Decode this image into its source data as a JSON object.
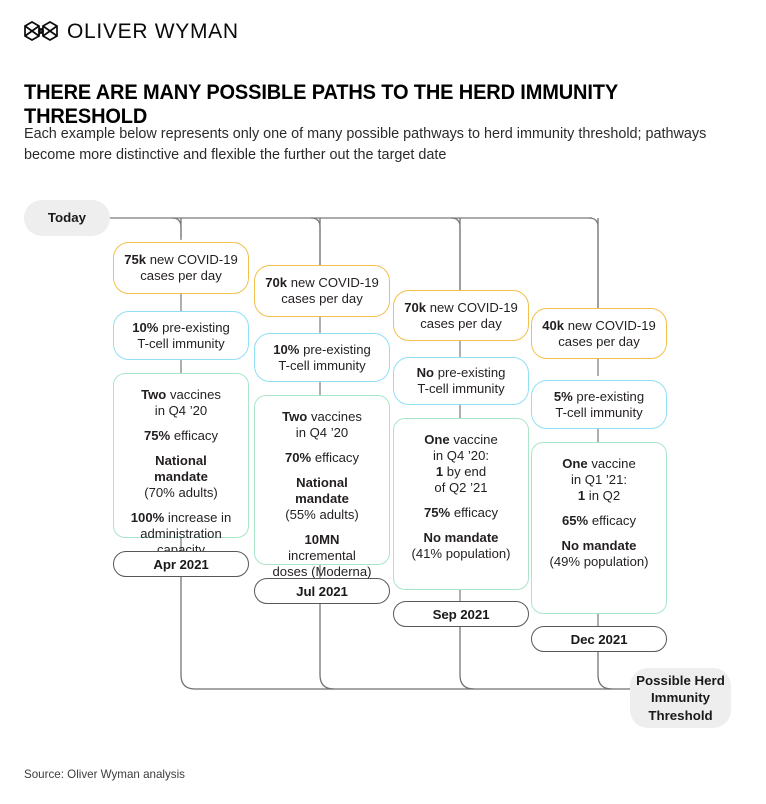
{
  "brand": {
    "name": "OLIVER WYMAN",
    "logo_icon": "oliver-wyman-logo-icon"
  },
  "headline": "THERE ARE MANY POSSIBLE PATHS TO THE HERD IMMUNITY THRESHOLD",
  "subhead": "Each example below represents only one of many possible pathways to herd immunity threshold; pathways become more distinctive and flexible the further out the target date",
  "source": "Source: Oliver Wyman analysis",
  "colors": {
    "cases_border": "#f3bf4d",
    "tcell_border": "#8fdff5",
    "vaccine_border": "#a9e5c8",
    "pill_border": "#58585a",
    "chip_bg": "#eeeeee",
    "wire": "#6f6f6f"
  },
  "today_label": "Today",
  "threshold_label": "Possible Herd\nImmunity\nThreshold",
  "threshold_lines": [
    "Possible Herd",
    "Immunity",
    "Threshold"
  ],
  "chart_data": {
    "type": "diagram",
    "title": "THERE ARE MANY POSSIBLE PATHS TO THE HERD IMMUNITY THRESHOLD",
    "start_label": "Today",
    "end_label": "Possible Herd Immunity Threshold",
    "pathways": [
      {
        "target_date": "Apr 2021",
        "cases": {
          "value": "75k",
          "rest": " new COVID-19",
          "line2": "cases per day"
        },
        "tcell": {
          "value": "10%",
          "rest": " pre-existing",
          "line2": "T-cell immunity"
        },
        "vaccine_blocks": [
          {
            "lines": [
              {
                "b": "Two",
                "t": " vaccines"
              },
              {
                "t": "in Q4 ’20"
              }
            ]
          },
          {
            "lines": [
              {
                "b": "75%",
                "t": " efficacy"
              }
            ]
          },
          {
            "lines": [
              {
                "b": "National"
              },
              {
                "b": "mandate"
              },
              {
                "t": "(70% adults)"
              }
            ]
          },
          {
            "lines": [
              {
                "b": "100%",
                "t": " increase in"
              },
              {
                "t": "administration"
              },
              {
                "t": "capacity"
              }
            ]
          }
        ]
      },
      {
        "target_date": "Jul 2021",
        "cases": {
          "value": "70k",
          "rest": " new COVID-19",
          "line2": "cases per day"
        },
        "tcell": {
          "value": "10%",
          "rest": " pre-existing",
          "line2": "T-cell immunity"
        },
        "vaccine_blocks": [
          {
            "lines": [
              {
                "b": "Two",
                "t": " vaccines"
              },
              {
                "t": "in Q4 ’20"
              }
            ]
          },
          {
            "lines": [
              {
                "b": "70%",
                "t": " efficacy"
              }
            ]
          },
          {
            "lines": [
              {
                "b": "National"
              },
              {
                "b": "mandate"
              },
              {
                "t": "(55% adults)"
              }
            ]
          },
          {
            "lines": [
              {
                "b": "10MN"
              },
              {
                "t": "incremental"
              },
              {
                "t": "doses (Moderna)"
              }
            ]
          }
        ]
      },
      {
        "target_date": "Sep 2021",
        "cases": {
          "value": "70k",
          "rest": " new COVID-19",
          "line2": "cases per day"
        },
        "tcell": {
          "value": "No",
          "rest": " pre-existing",
          "line2": "T-cell immunity"
        },
        "vaccine_blocks": [
          {
            "lines": [
              {
                "b": "One",
                "t": " vaccine"
              },
              {
                "t": "in Q4 ’20:"
              },
              {
                "b": "1",
                "t": " by end"
              },
              {
                "t": "of Q2 ’21"
              }
            ]
          },
          {
            "lines": [
              {
                "b": "75%",
                "t": " efficacy"
              }
            ]
          },
          {
            "lines": [
              {
                "b": "No mandate"
              },
              {
                "t": "(41% population)"
              }
            ]
          }
        ]
      },
      {
        "target_date": "Dec 2021",
        "cases": {
          "value": "40k",
          "rest": " new COVID-19",
          "line2": "cases per day"
        },
        "tcell": {
          "value": "5%",
          "rest": " pre-existing",
          "line2": "T-cell immunity"
        },
        "vaccine_blocks": [
          {
            "lines": [
              {
                "b": "One",
                "t": " vaccine"
              },
              {
                "t": "in Q1 ’21:"
              },
              {
                "b": "1",
                "t": " in Q2"
              }
            ]
          },
          {
            "lines": [
              {
                "b": "65%",
                "t": " efficacy"
              }
            ]
          },
          {
            "lines": [
              {
                "b": "No mandate"
              },
              {
                "t": "(49% population)"
              }
            ]
          }
        ]
      }
    ]
  }
}
